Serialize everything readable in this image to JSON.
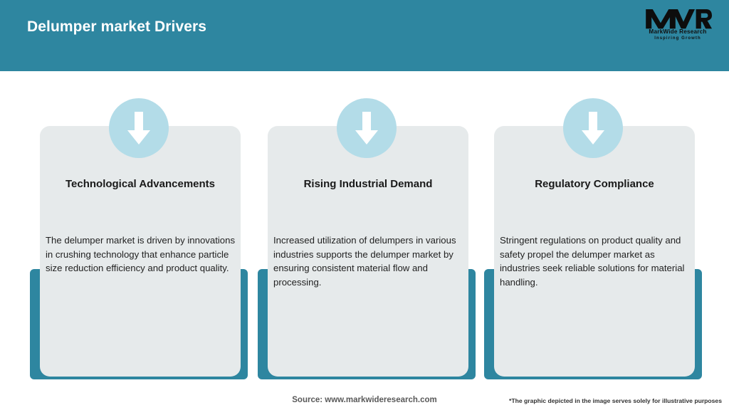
{
  "header": {
    "title": "Delumper market Drivers",
    "background_color": "#2e86a0",
    "logo": {
      "mark": "MWR",
      "name": "MarkWide Research",
      "tagline": "Inspiring Growth"
    }
  },
  "cards": [
    {
      "icon": "down-arrow-icon",
      "heading": "Technological Advancements",
      "body": "The delumper market is driven by innovations in crushing technology that enhance particle size reduction efficiency and product quality."
    },
    {
      "icon": "down-arrow-icon",
      "heading": "Rising Industrial Demand",
      "body": "Increased utilization of delumpers in various industries supports the delumper market by ensuring consistent material flow and processing."
    },
    {
      "icon": "down-arrow-icon",
      "heading": "Regulatory Compliance",
      "body": "Stringent regulations on product quality and safety propel the delumper market as industries seek reliable solutions for material handling."
    }
  ],
  "footer": {
    "source": "Source: www.markwideresearch.com",
    "disclaimer": "*The graphic depicted in the image serves solely for illustrative purposes"
  },
  "colors": {
    "teal": "#2e86a0",
    "card_bg": "#e6eaeb",
    "circle_blue": "#b3dce8",
    "page_bg": "#ffffff"
  }
}
